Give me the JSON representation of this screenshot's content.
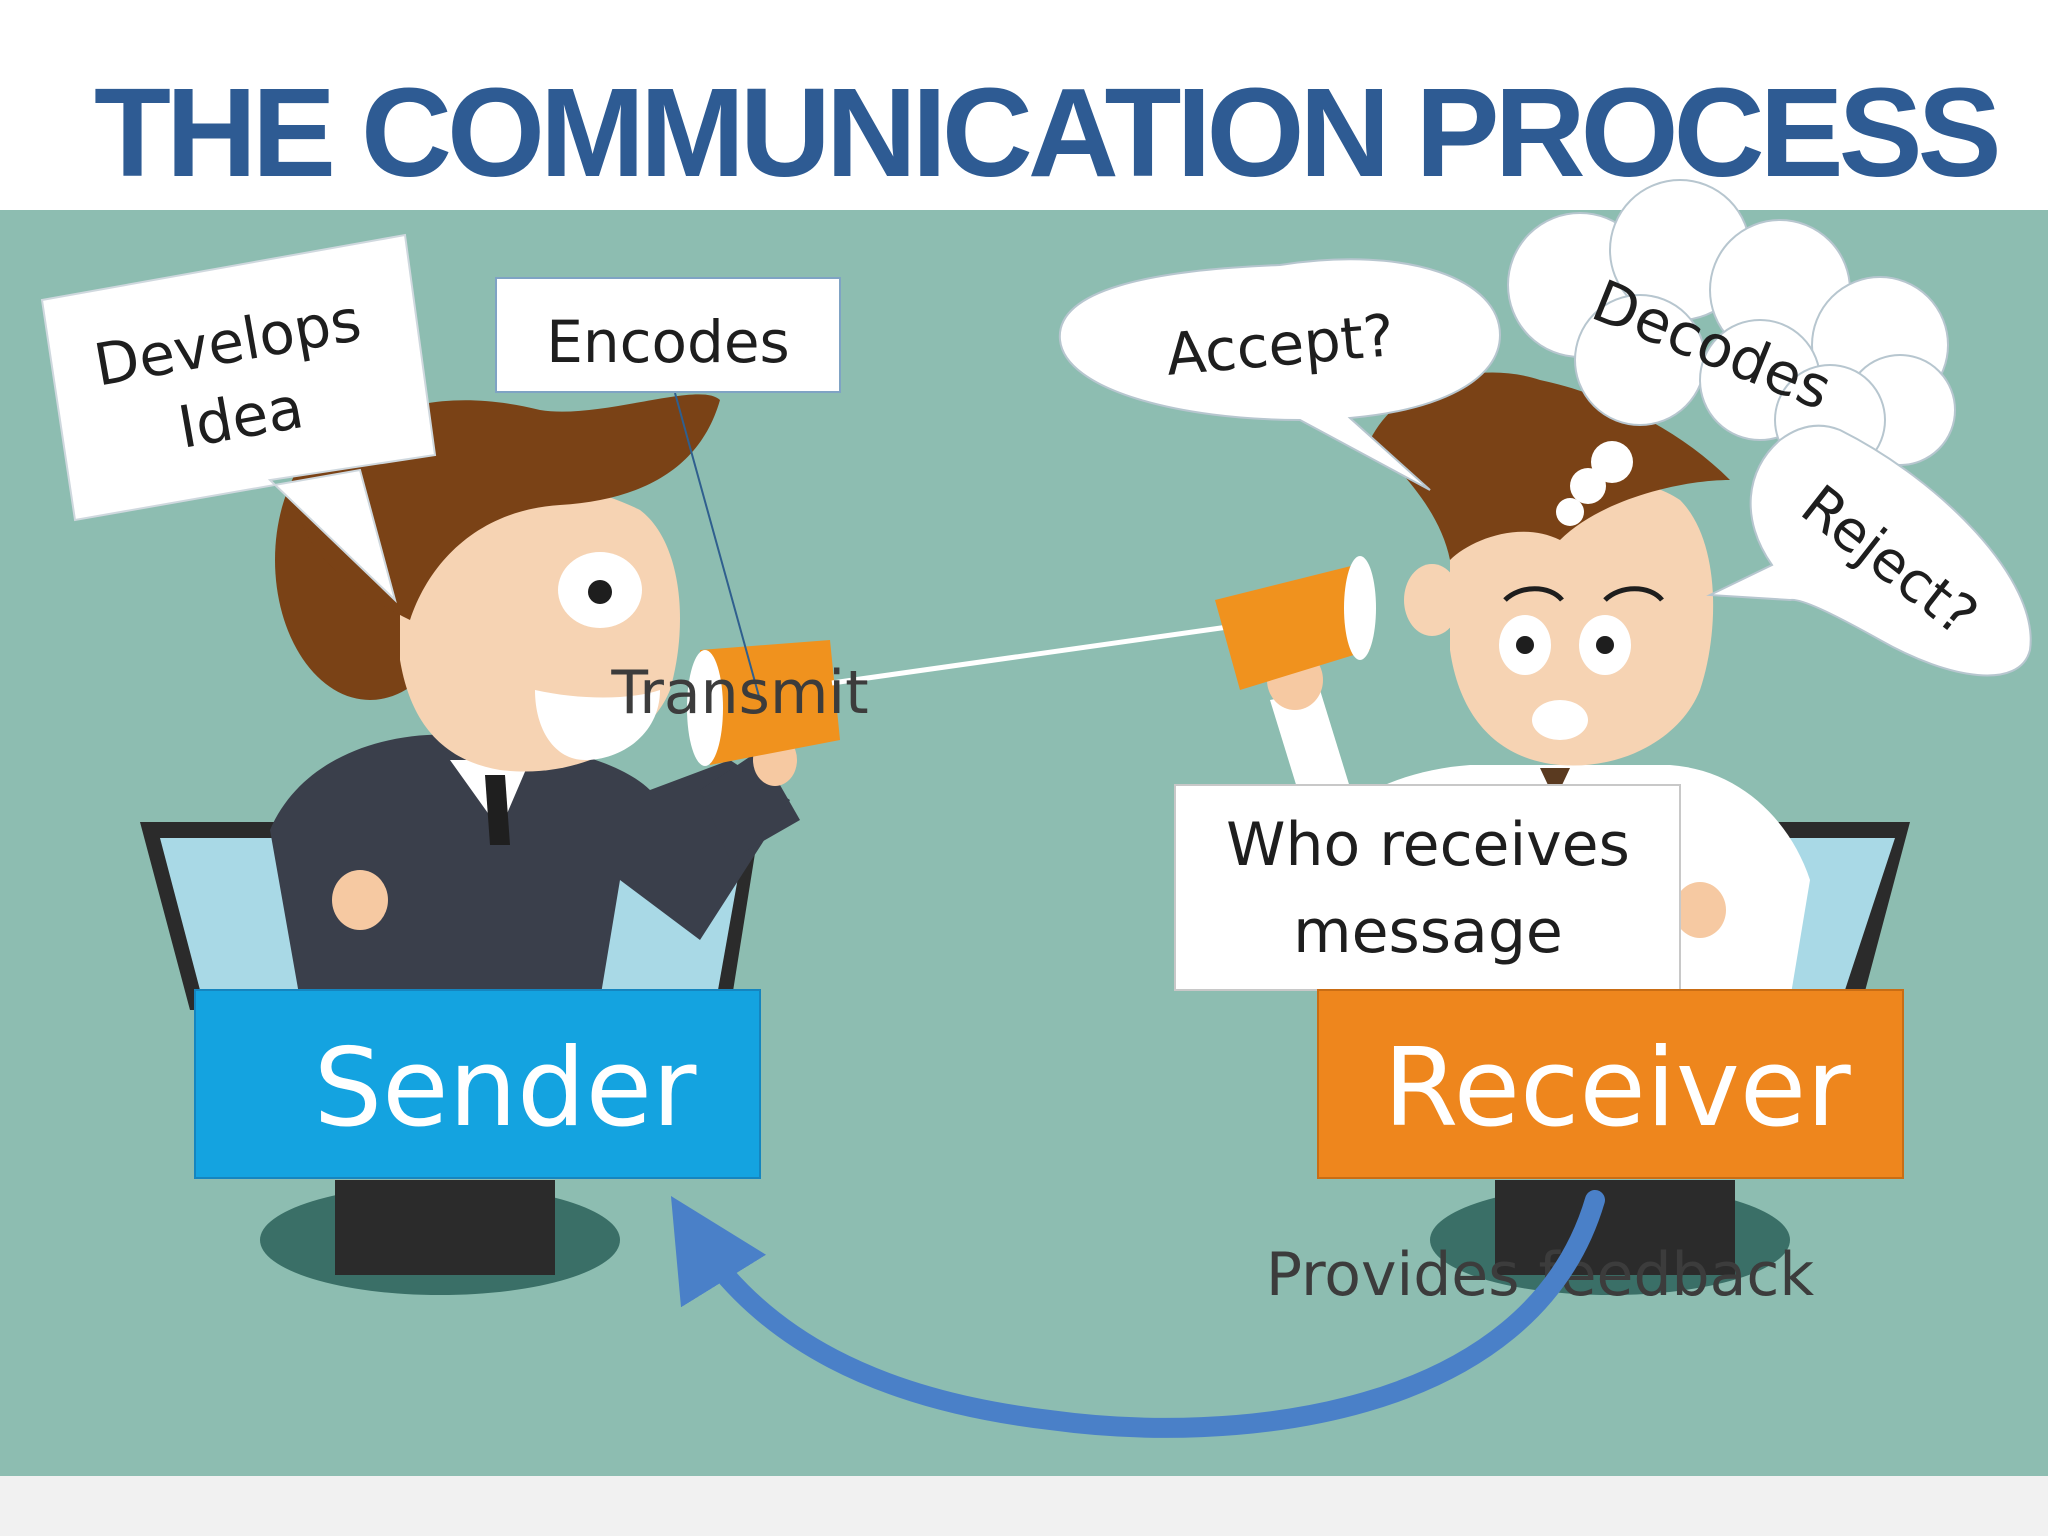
{
  "title": "THE COMMUNICATION PROCESS",
  "colors": {
    "title": "#2e5b93",
    "scene_background": "#8dbdb1",
    "sender_box": "#14a3e0",
    "receiver_box": "#ee861d",
    "arrow": "#4a80c8",
    "cup": "#f0921e"
  },
  "labels": {
    "develops_idea": [
      "Develops",
      "Idea"
    ],
    "encodes": "Encodes",
    "transmit": "Transmit",
    "accept": "Accept?",
    "decodes": "Decodes",
    "reject": "Reject?",
    "who_receives": [
      "Who receives",
      "message"
    ],
    "sender": "Sender",
    "receiver": "Receiver",
    "provides_feedback": "Provides feedback"
  }
}
